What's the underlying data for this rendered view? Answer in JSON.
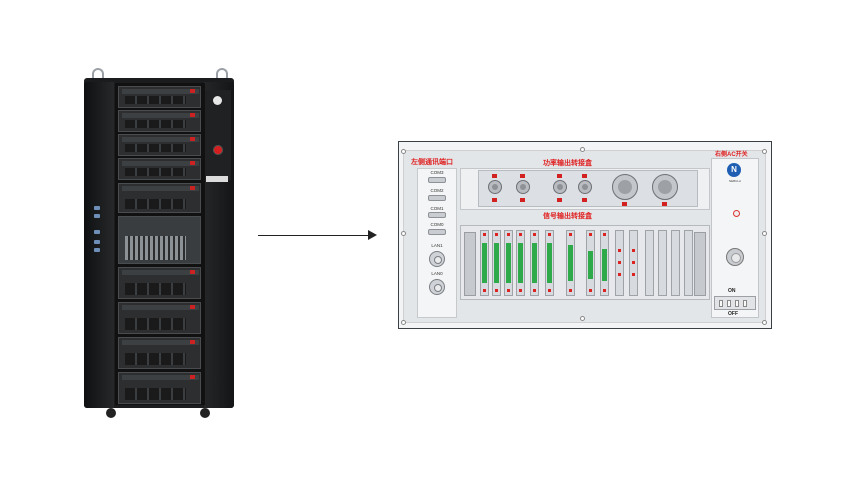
{
  "labels": {
    "left_ports": "左侧通讯端口",
    "power_box": "功率输出转接盒",
    "signal_box": "信号输出转接盒",
    "right_switch": "右侧AC开关"
  },
  "ports": {
    "com3": "COM3",
    "com2": "COM2",
    "com1": "COM1",
    "com0": "COM0",
    "lan1": "LAN1",
    "lan0": "LAN0"
  },
  "switch": {
    "on": "ON",
    "off": "OFF",
    "brand": "NEBULA"
  },
  "colors": {
    "label_red": "#e02020",
    "cabinet_dark": "#1b1c1e",
    "estop_red": "#d31f1f",
    "connector_green": "#2faa4a"
  },
  "icons": {
    "arrow": "arrow-right-icon",
    "emergency_stop": "emergency-stop-icon",
    "logo": "nebula-logo-icon"
  }
}
